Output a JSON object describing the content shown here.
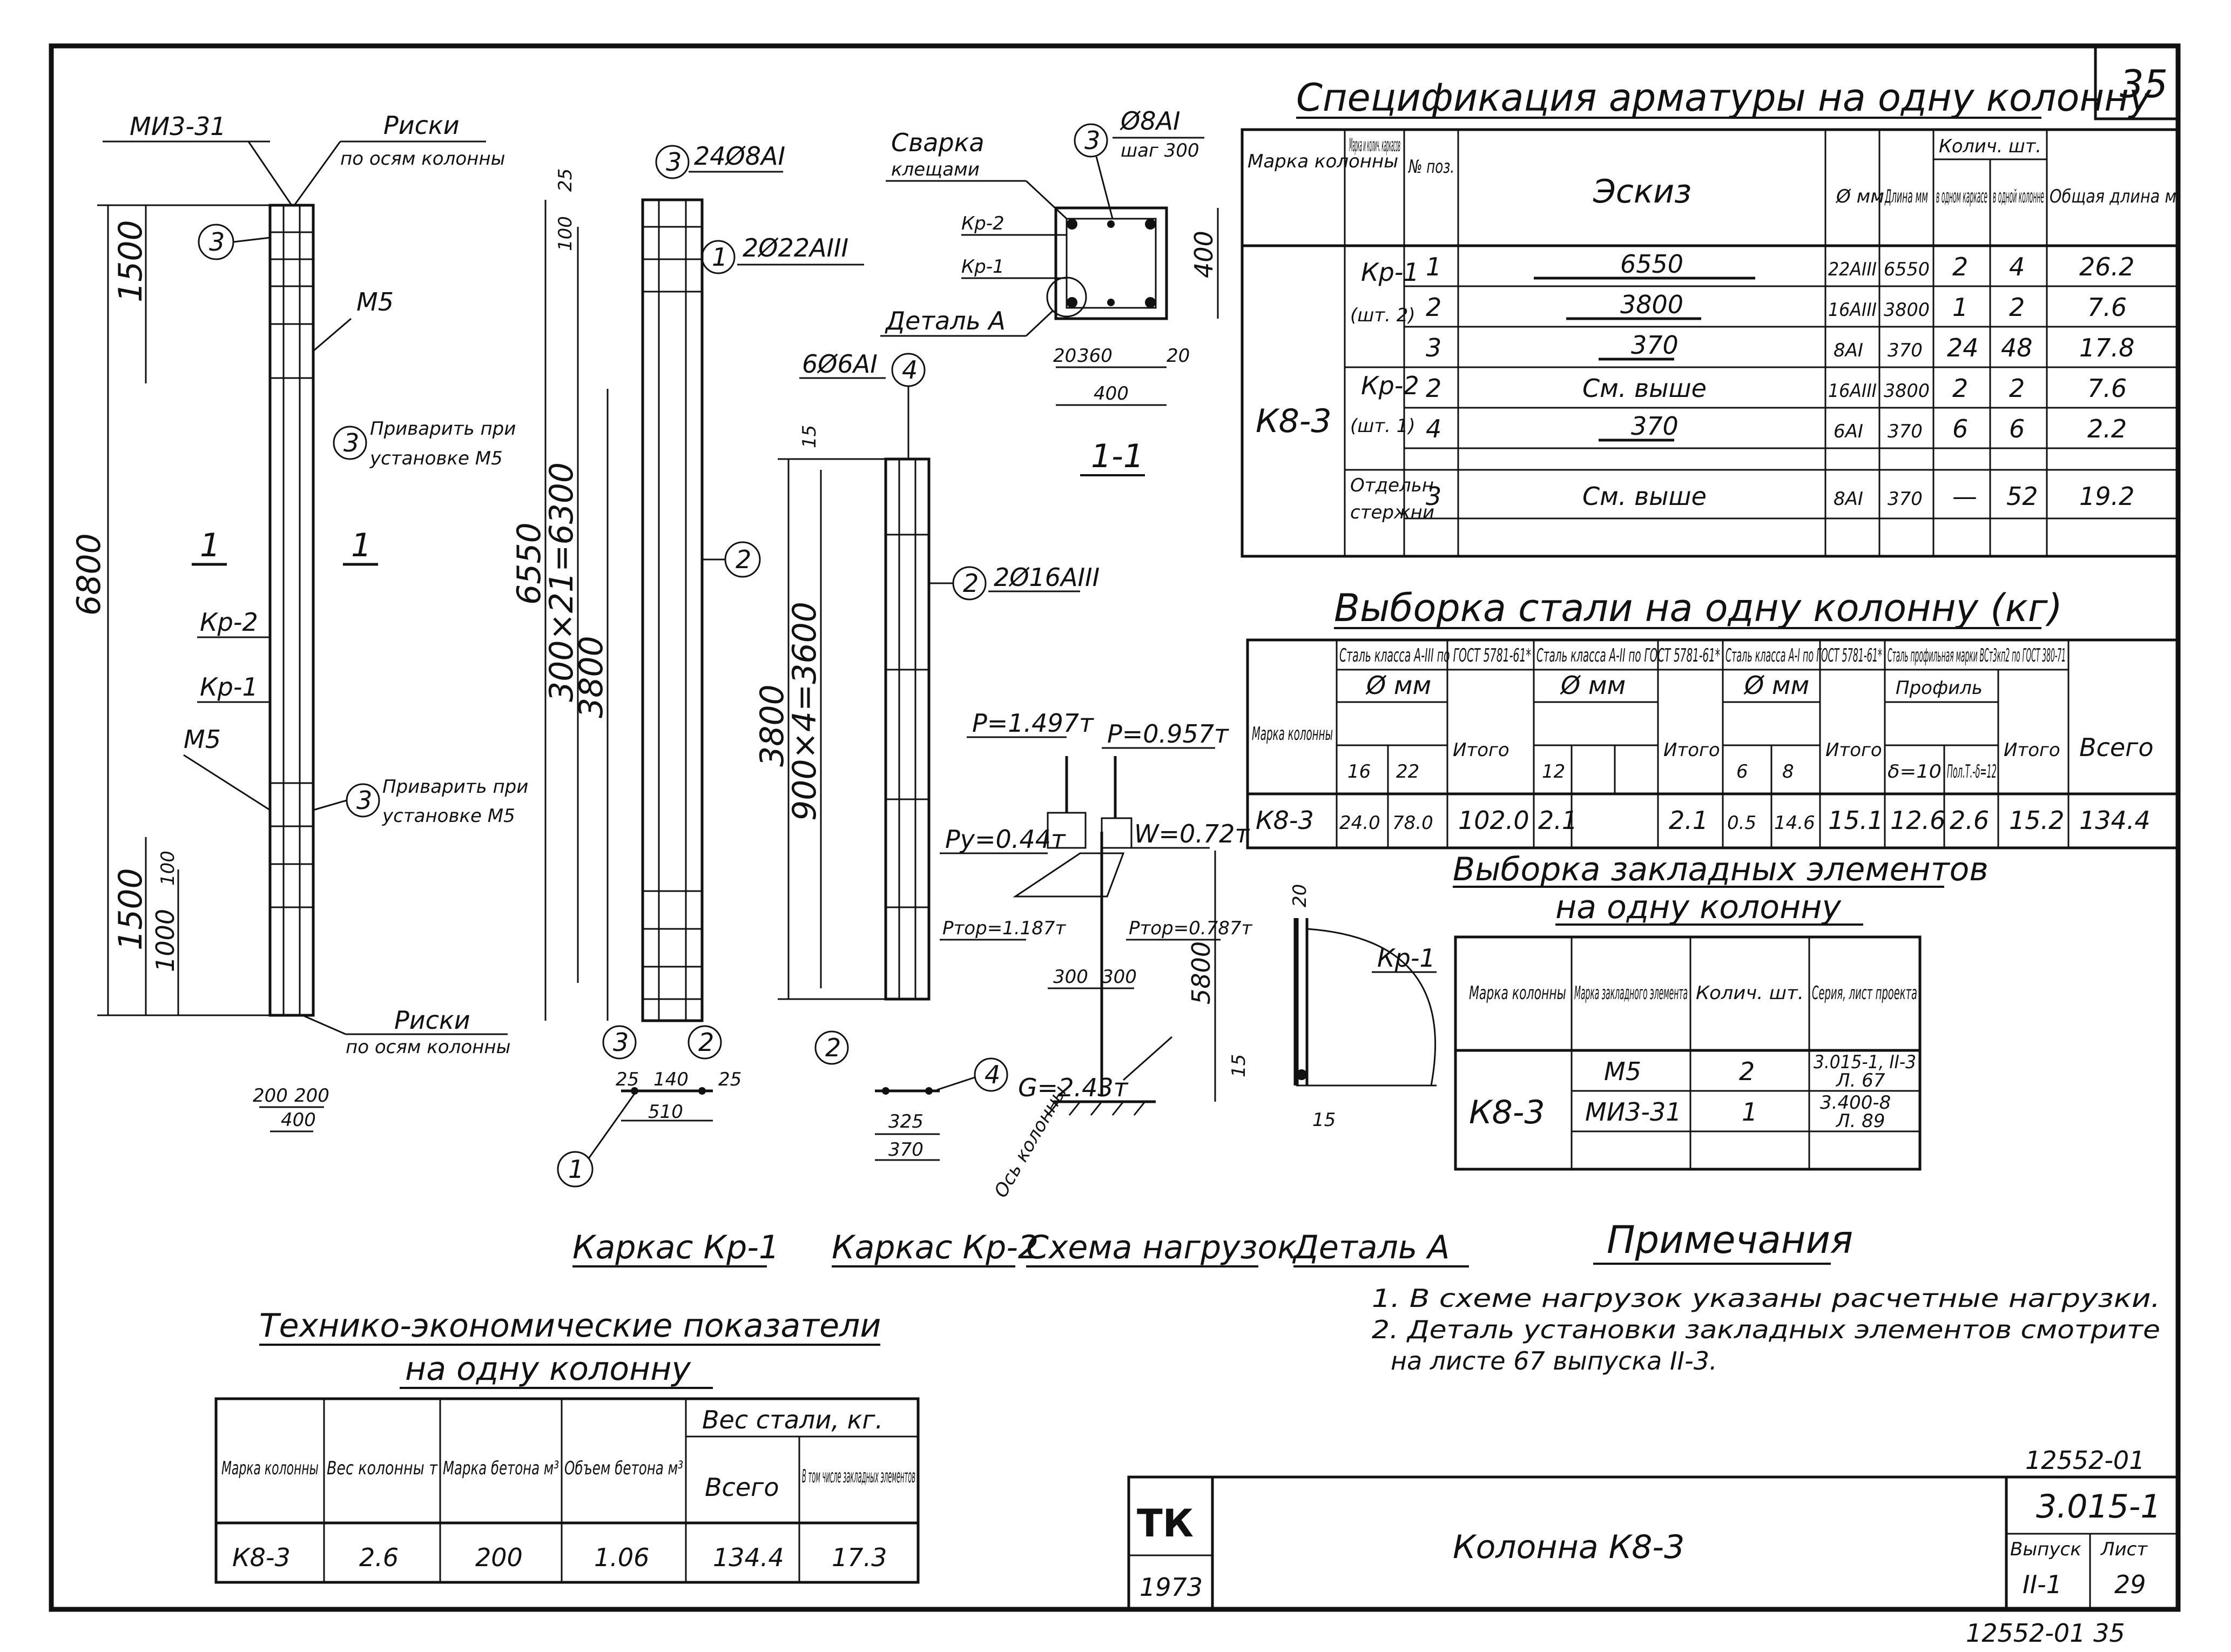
{
  "sheet": {
    "number": "35",
    "doc_code": "12552-01",
    "series": "3.015-1",
    "vypusk_label": "Выпуск",
    "vypusk": "II-1",
    "list_label": "Лист",
    "list": "29",
    "stamp_logo": "ТК",
    "stamp_year": "1973",
    "title": "Колонна К8-3",
    "footer": "12552-01 35"
  },
  "drawings": {
    "column": {
      "label_mi": "МИ3-31",
      "riski_top": "Риски",
      "riski_top_sub": "по осям колонны",
      "m5_top": "М5",
      "weld_note_1a": "Приварить при",
      "weld_note_1b": "установке М5",
      "weld_note_2a": "Приварить при",
      "weld_note_2b": "установке М5",
      "kr2": "Кр-2",
      "kr1": "Кр-1",
      "m5_bottom": "М5",
      "riski_bottom": "Риски",
      "riski_bottom_sub": "по осям колонны",
      "section_mark": "1",
      "pos3": "3",
      "dims": {
        "d6800": "6800",
        "d1500a": "1500",
        "d1500b": "1500",
        "d1000": "1000",
        "d100": "100",
        "d200a": "200",
        "d200b": "200",
        "d400": "400"
      }
    },
    "kr1": {
      "caption": "Каркас Кр-1",
      "bars_top": "24Ø8АI",
      "bars_main": "2Ø22АIII",
      "pos1": "1",
      "pos2": "2",
      "pos3": "3",
      "dims": {
        "d6550": "6550",
        "d6300": "300×21=6300",
        "d3800": "3800",
        "d25": "25",
        "d100": "100",
        "d510": "510",
        "d140": "140",
        "d25b": "25"
      }
    },
    "kr2": {
      "caption": "Каркас Кр-2",
      "bars_top": "6Ø6АI",
      "bars_main": "2Ø16АIII",
      "pos2": "2",
      "pos4": "4",
      "dims": {
        "d3800": "3800",
        "d3600": "900×4=3600",
        "d15": "15",
        "d325": "325",
        "d370": "370"
      }
    },
    "section": {
      "caption": "1-1",
      "weld": "Сварка",
      "weld_sub": "клещами",
      "bar": "Ø8АI",
      "step": "шаг 300",
      "kr2": "Кр-2",
      "kr1": "Кр-1",
      "detail": "Деталь А",
      "pos3": "3",
      "dims": {
        "d400": "400",
        "d360": "360",
        "d20a": "20",
        "d20b": "20",
        "d400v": "400"
      }
    },
    "loads": {
      "caption": "Схема нагрузок",
      "p1": "Р=1.497т",
      "p2": "Р=0.957т",
      "py": "Ру=0.44т",
      "w": "W=0.72т",
      "ptop1": "Ртор=1.187т",
      "ptop2": "Ртор=0.787т",
      "g": "G=2.43т",
      "axis": "Ось колонны",
      "d300a": "300",
      "d300b": "300",
      "d5800": "5800"
    },
    "detail": {
      "caption": "Деталь А",
      "kr1": "Кр-1",
      "d20": "20",
      "d15a": "15",
      "d15b": "15"
    }
  },
  "spec": {
    "title": "Спецификация арматуры на одну колонну",
    "headers": {
      "col_mark": "Марка колонны",
      "cage_mark": "Марка и колич. каркасов",
      "pos": "№ поз.",
      "sketch": "Эскиз",
      "dia": "Ø мм",
      "len": "Длина мм",
      "qty": "Колич. шт.",
      "qty_cage": "в одном каркасе",
      "qty_col": "в одной колонне",
      "total": "Общая длина м"
    },
    "col_mark": "К8-3",
    "cage1": "Кр-1",
    "cage1_n": "(шт. 2)",
    "cage2": "Кр-2",
    "cage2_n": "(шт. 1)",
    "loose_a": "Отдельн",
    "loose_b": "стержни",
    "rows": [
      {
        "pos": "1",
        "sketch": "6550",
        "dia": "22АIII",
        "len": "6550",
        "q1": "2",
        "q2": "4",
        "total": "26.2"
      },
      {
        "pos": "2",
        "sketch": "3800",
        "dia": "16АIII",
        "len": "3800",
        "q1": "1",
        "q2": "2",
        "total": "7.6"
      },
      {
        "pos": "3",
        "sketch": "370",
        "dia": "8АI",
        "len": "370",
        "q1": "24",
        "q2": "48",
        "total": "17.8"
      },
      {
        "pos": "2",
        "sketch": "См. выше",
        "dia": "16АIII",
        "len": "3800",
        "q1": "2",
        "q2": "2",
        "total": "7.6"
      },
      {
        "pos": "4",
        "sketch": "370",
        "dia": "6АI",
        "len": "370",
        "q1": "6",
        "q2": "6",
        "total": "2.2"
      },
      {
        "pos": "3",
        "sketch": "См. выше",
        "dia": "8АI",
        "len": "370",
        "q1": "—",
        "q2": "52",
        "total": "19.2"
      }
    ]
  },
  "steel": {
    "title": "Выборка стали на одну колонну (кг)",
    "h_mark": "Марка колонны",
    "h_g1": "Сталь класса А-III по ГОСТ 5781-61*",
    "h_g2": "Сталь класса А-II по ГОСТ 5781-61*",
    "h_g3": "Сталь класса А-I по ГОСТ 5781-61*",
    "h_g4": "Сталь профильная марки ВСт3кп2 по ГОСТ 380-71",
    "h_dia": "Ø мм",
    "h_profile": "Профиль",
    "h_itogo": "Итого",
    "h_total": "Всего",
    "sub_16": "16",
    "sub_22": "22",
    "sub_12": "12",
    "sub_6": "6",
    "sub_8": "8",
    "sub_plate": "δ=10",
    "sub_plate2": "Пол.Т.-δ=12",
    "row": {
      "mark": "К8-3",
      "v16": "24.0",
      "v22": "78.0",
      "it1": "102.0",
      "v12": "2.1",
      "it2": "2.1",
      "v6": "0.5",
      "v8": "14.6",
      "it3": "15.1",
      "p1": "12.6",
      "p2": "2.6",
      "it4": "15.2",
      "total": "134.4"
    }
  },
  "embedded": {
    "title_a": "Выборка закладных элементов",
    "title_b": "на одну колонну",
    "h_col": "Марка колонны",
    "h_el": "Марка закладного элемента",
    "h_qty": "Колич. шт.",
    "h_series": "Серия, лист проекта",
    "col_mark": "К8-3",
    "rows": [
      {
        "el": "М5",
        "qty": "2",
        "series_a": "3.015-1, II-3",
        "series_b": "Л. 67"
      },
      {
        "el": "МИ3-31",
        "qty": "1",
        "series_a": "3.400-8",
        "series_b": "Л. 89"
      }
    ]
  },
  "notes": {
    "title": "Примечания",
    "n1": "1. В схеме нагрузок указаны расчетные нагрузки.",
    "n2a": "2. Деталь установки закладных элементов смотрите",
    "n2b": "на листе 67 выпуска II-3."
  },
  "tech": {
    "title_a": "Технико-экономические показатели",
    "title_b": "на одну колонну",
    "h_mark": "Марка колонны",
    "h_weight": "Вес колонны т",
    "h_concrete": "Марка бетона м³",
    "h_volume": "Объем бетона м³",
    "h_steel": "Вес стали, кг.",
    "h_all": "Всего",
    "h_emb": "В том числе закладных элементов",
    "row": {
      "mark": "К8-3",
      "weight": "2.6",
      "concrete": "200",
      "volume": "1.06",
      "all": "134.4",
      "emb": "17.3"
    }
  }
}
